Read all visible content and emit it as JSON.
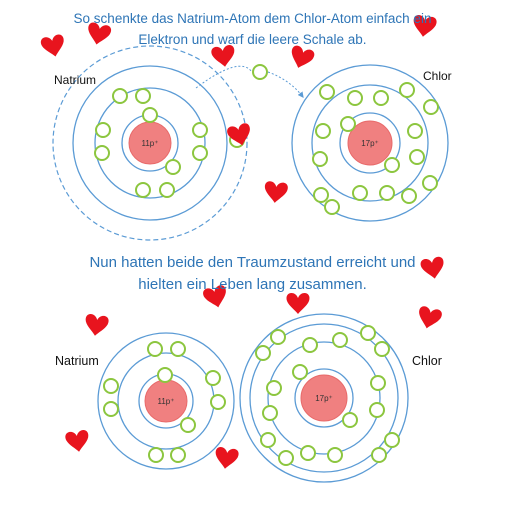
{
  "captions": {
    "top": [
      "So schenkte das Natrium-Atom dem Chlor-Atom einfach ein",
      "Elektron und warf die leere Schale ab."
    ],
    "bottom": [
      "Nun hatten beide den Traumzustand erreicht und",
      "hielten ein Leben lang zusammen."
    ]
  },
  "labels": {
    "natrium_top": "Natrium",
    "chlor_top": "Chlor",
    "natrium_bottom": "Natrium",
    "chlor_bottom": "Chlor"
  },
  "nucleus_labels": {
    "natrium": "11p⁺",
    "chlor": "17p⁺"
  },
  "colors": {
    "text": "#2e75b6",
    "shell": "#5b9bd5",
    "electron": "#8cc63f",
    "nucleus_fill": "#f08080",
    "nucleus_stroke": "#e86a6a",
    "heart": "#e8141e"
  },
  "icons": {
    "decoration": "heart-icon"
  }
}
